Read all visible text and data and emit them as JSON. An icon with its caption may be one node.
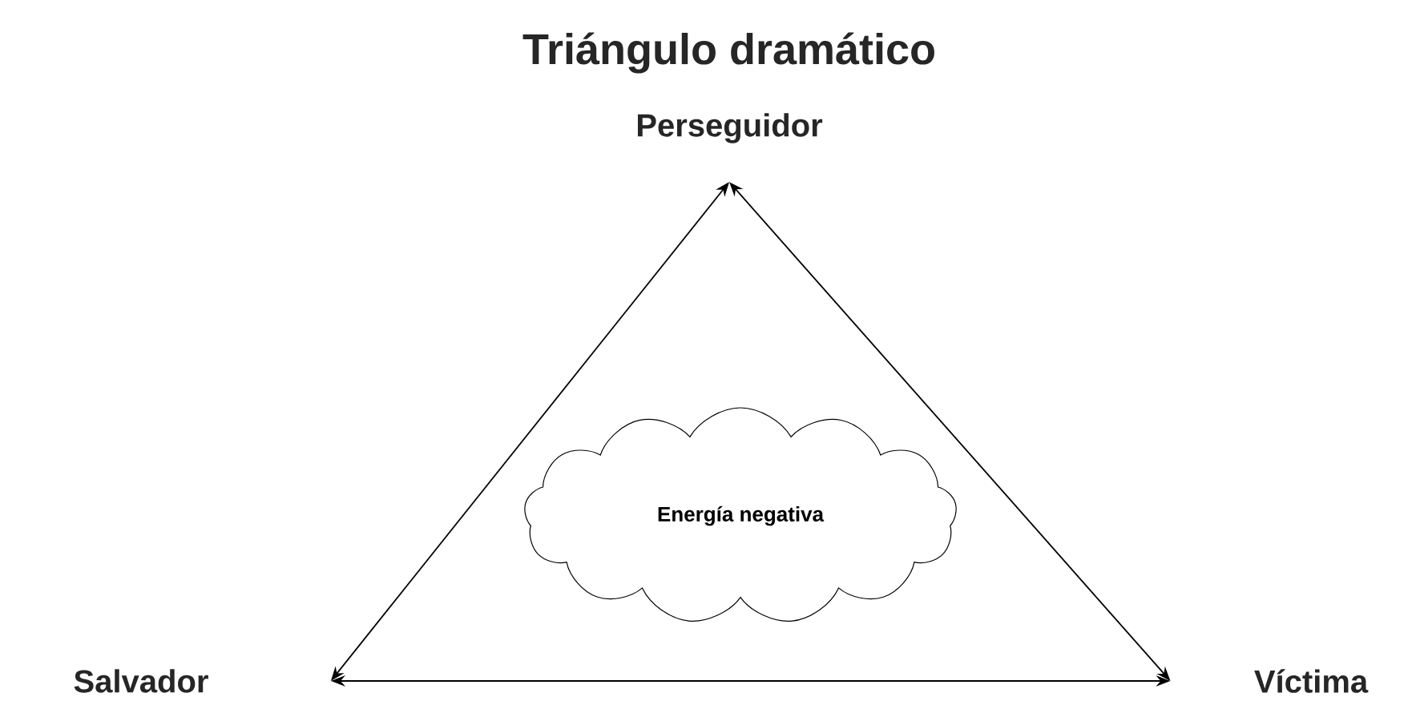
{
  "diagram": {
    "title": "Triángulo dramático",
    "nodes": [
      {
        "text": [
          "Perseguidor"
        ]
      },
      {
        "text": [
          "Energía negativa"
        ]
      },
      {
        "text": [
          "Salvador"
        ]
      },
      {
        "text": [
          "Víctima"
        ]
      }
    ],
    "edges": [
      {
        "from": 0,
        "to": 2,
        "arrow": "both"
      },
      {
        "from": 0,
        "to": 3,
        "arrow": "both"
      },
      {
        "from": 2,
        "to": 3,
        "arrow": "both"
      }
    ]
  }
}
